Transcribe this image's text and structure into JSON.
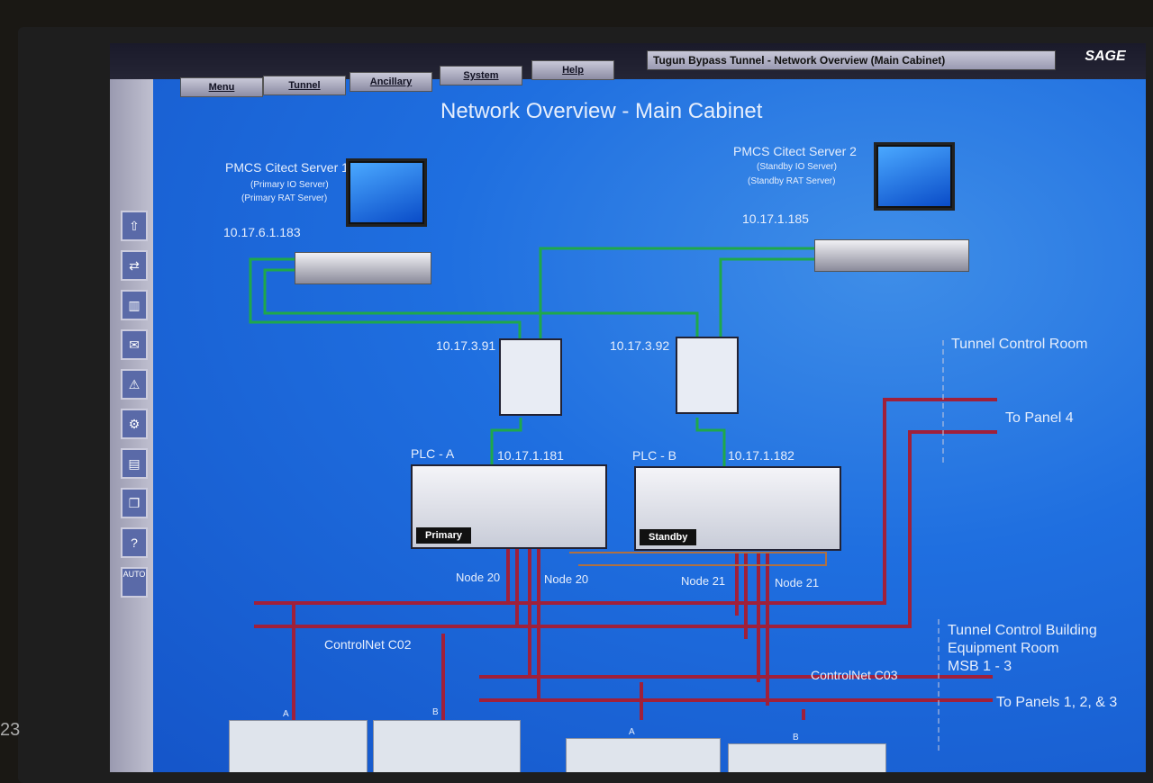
{
  "menu": [
    "Menu",
    "Tunnel",
    "Ancillary",
    "System",
    "Help"
  ],
  "window_title": "Tugun Bypass Tunnel - Network Overview (Main Cabinet)",
  "logo": "SAGE",
  "toolbar": {
    "icons": [
      "home-icon",
      "transfer-icon",
      "trash-icon",
      "alarm-icon",
      "warning-icon",
      "tools-icon",
      "report-icon",
      "pages-icon",
      "help-icon",
      "auto-icon"
    ],
    "auto_label": "AUTO"
  },
  "page_title": "Network Overview - Main Cabinet",
  "server1": {
    "name": "PMCS Citect Server 1",
    "role1": "(Primary IO Server)",
    "role2": "(Primary RAT Server)",
    "ip": "10.17.6.1.183"
  },
  "server2": {
    "name": "PMCS Citect Server 2",
    "role1": "(Standby IO Server)",
    "role2": "(Standby RAT Server)",
    "ip": "10.17.1.185"
  },
  "switch1": {
    "ip": "10.17.3.91"
  },
  "switch2": {
    "ip": "10.17.3.92"
  },
  "plc_a": {
    "name": "PLC - A",
    "ip": "10.17.1.181",
    "label": "Primary",
    "node": "Node 20"
  },
  "plc_b": {
    "name": "PLC - B",
    "ip": "10.17.1.182",
    "label": "Standby",
    "node": "Node 21"
  },
  "labels": {
    "tcr": "Tunnel Control Room",
    "panel4": "To Panel 4",
    "tcb1": "Tunnel Control Building",
    "tcb2": "Equipment Room",
    "tcb3": "MSB 1 - 3",
    "c02": "ControlNet C02",
    "c03": "ControlNet C03",
    "panels123": "To Panels 1, 2, & 3",
    "a": "A",
    "b": "B"
  },
  "bezel_number": "23",
  "colors": {
    "screen": "#1f6fe0",
    "ethernet": "#1fa84a",
    "controlnet": "#a0203a"
  }
}
